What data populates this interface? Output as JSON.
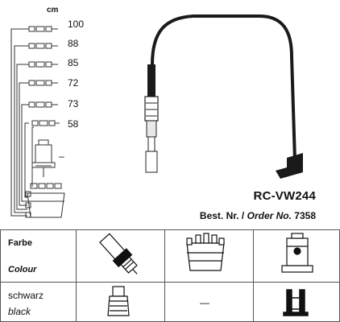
{
  "unit_label": "cm",
  "lengths": [
    "100",
    "88",
    "85",
    "72",
    "73",
    "58"
  ],
  "coil_dash": "–",
  "model": "RC-VW244",
  "order_prefix": "Best. Nr. /",
  "order_label": "Order No.",
  "order_number": "7358",
  "table": {
    "farbe": "Farbe",
    "colour": "Colour",
    "schwarz": "schwarz",
    "black": "black",
    "cap_cell": "—"
  },
  "colors": {
    "ink": "#111111",
    "grid": "#555555",
    "cable": "#1a1a1a"
  }
}
